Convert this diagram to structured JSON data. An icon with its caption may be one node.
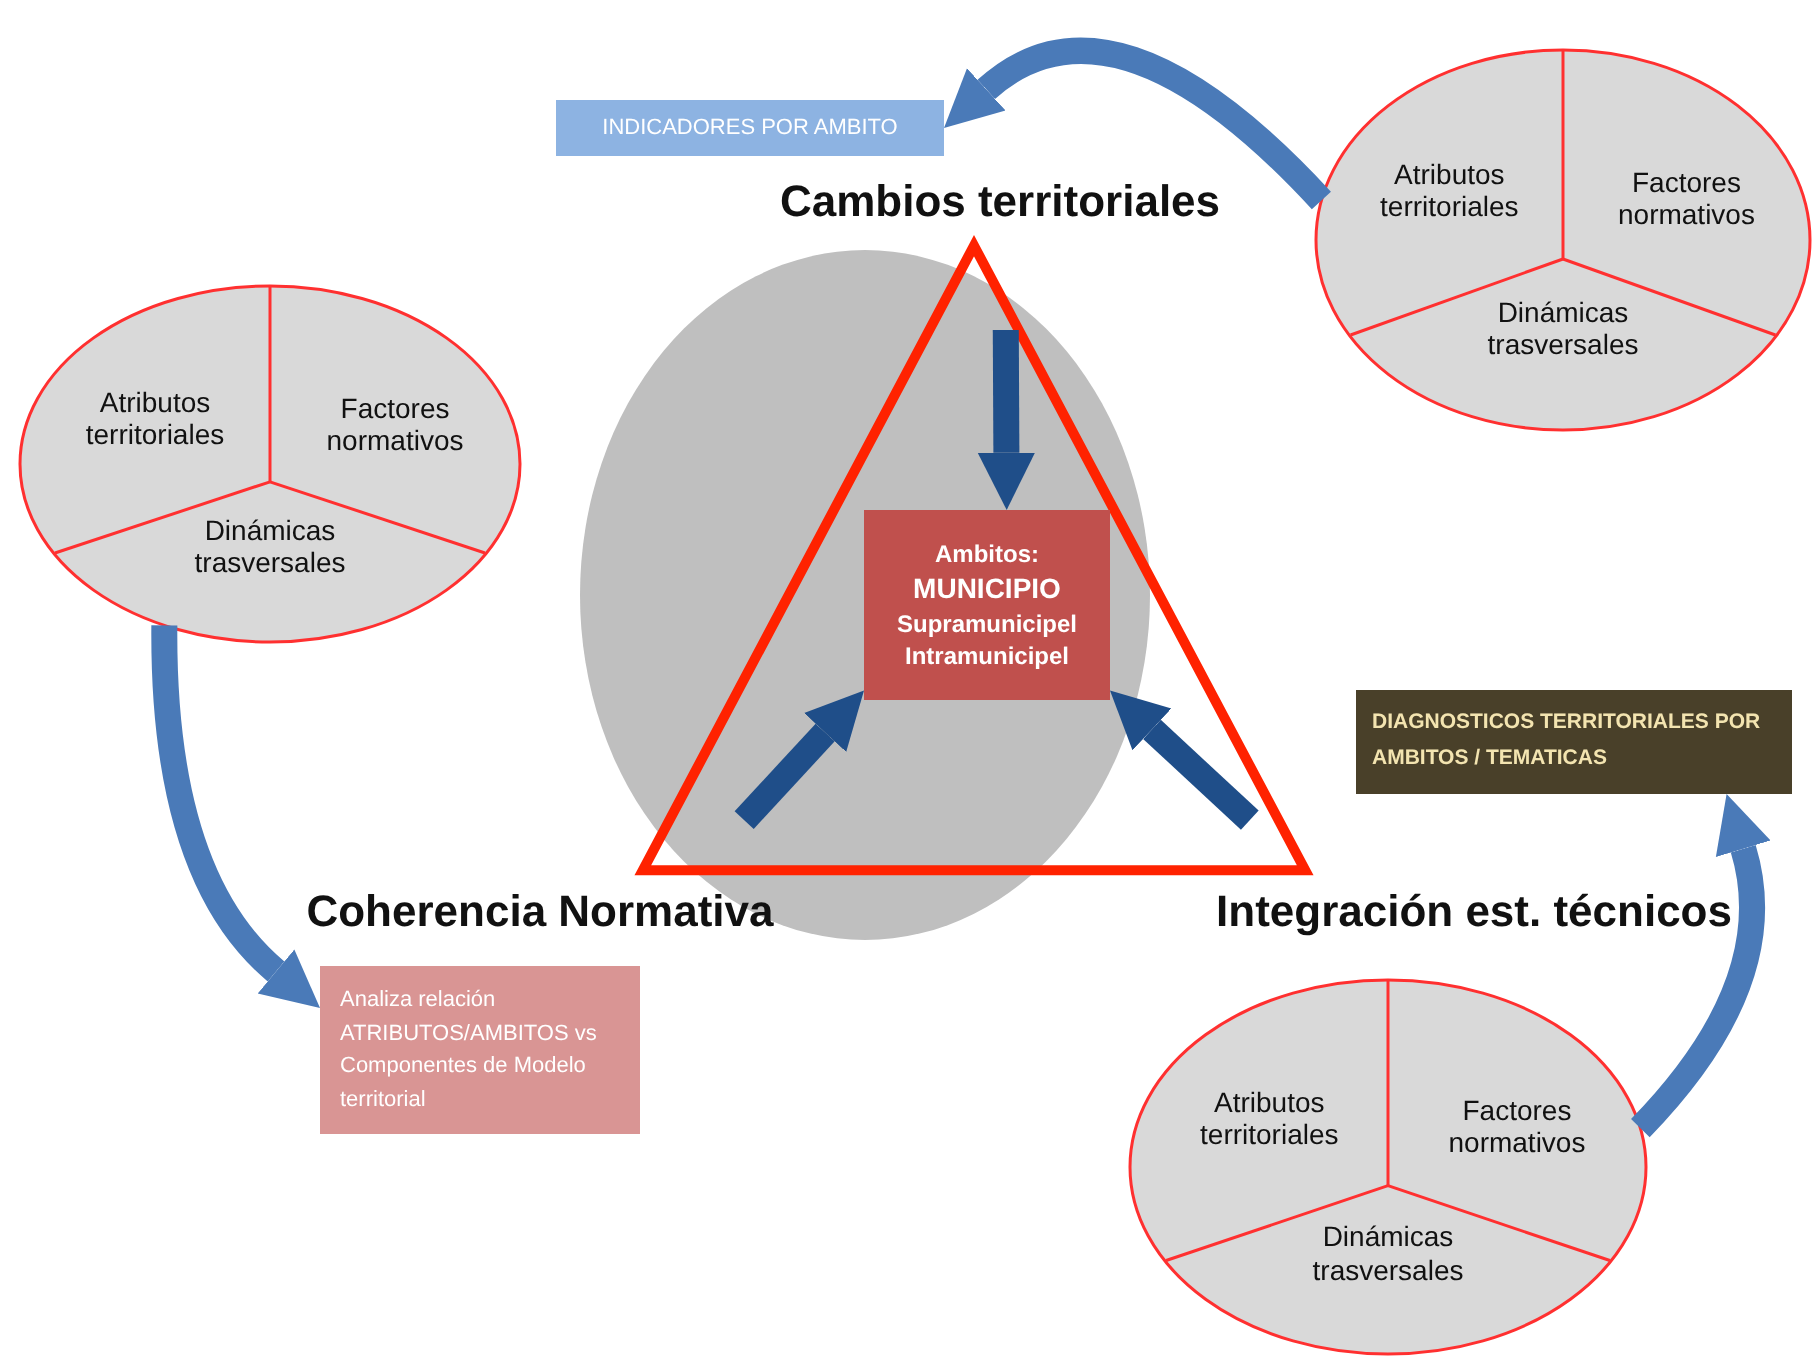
{
  "diagram": {
    "nodes": [
      {
        "text": [
          "INDICADORES POR AMBITO"
        ]
      },
      {
        "text": [
          "Cambios territoriales"
        ]
      },
      {
        "text": [],
        "shape": "circle"
      },
      {
        "text": [
          "Atributos territoriales"
        ],
        "in": 2
      },
      {
        "text": [
          "Factores normativos"
        ],
        "in": 2
      },
      {
        "text": [
          "Dinámicas trasversales"
        ],
        "in": 2
      },
      {
        "text": [],
        "shape": "circle"
      },
      {
        "text": [
          "Atributos territoriales"
        ],
        "in": 6
      },
      {
        "text": [
          "Factores normativos"
        ],
        "in": 6
      },
      {
        "text": [
          "Dinámicas trasversales"
        ],
        "in": 6
      },
      {
        "text": [],
        "shape": "circle"
      },
      {
        "text": [],
        "shape": "triangle"
      },
      {
        "text": [
          "Ambitos:",
          "MUNICIPIO",
          "Supramunicipel",
          "Intramunicipel"
        ],
        "in": 10
      },
      {
        "text": [
          "DIAGNOSTICOS TERRITORIALES POR AMBITOS / TEMATICAS"
        ]
      },
      {
        "text": [
          "Coherencia Normativa"
        ]
      },
      {
        "text": [
          "Integración est. técnicos"
        ]
      },
      {
        "text": [
          "Analiza relación ATRIBUTOS/AMBITOS vs Componentes de Modelo territorial"
        ]
      },
      {
        "text": [],
        "shape": "circle"
      },
      {
        "text": [
          "Atributos territoriales"
        ],
        "in": 17
      },
      {
        "text": [
          "Factores normativos"
        ],
        "in": 17
      },
      {
        "text": [
          "Dinámicas trasversales"
        ],
        "in": 17
      }
    ],
    "edges": [
      {
        "from": 2,
        "to": 0,
        "arrow": "to"
      },
      {
        "from": 11,
        "to": 12,
        "arrow": "to",
        "color": "#1f4e89"
      },
      {
        "from": 11,
        "to": 12,
        "arrow": "to",
        "color": "#1f4e89"
      },
      {
        "from": 11,
        "to": 12,
        "arrow": "to",
        "color": "#1f4e89"
      },
      {
        "from": 6,
        "to": 16,
        "arrow": "to"
      },
      {
        "from": 17,
        "to": 13,
        "arrow": "to"
      }
    ]
  }
}
